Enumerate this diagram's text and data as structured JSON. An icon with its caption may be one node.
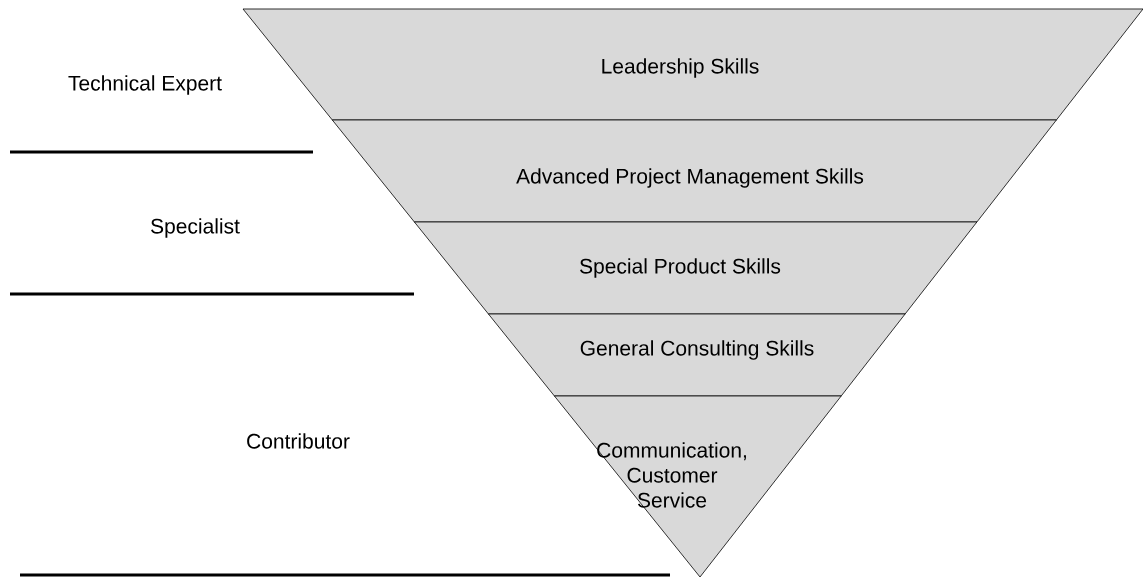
{
  "diagram": {
    "nodes": [
      {
        "text": [
          "Leadership Skills"
        ]
      },
      {
        "text": [
          "Advanced Project Management Skills"
        ]
      },
      {
        "text": [
          "Special Product Skills"
        ]
      },
      {
        "text": [
          "General Consulting Skills"
        ]
      },
      {
        "text": [
          "Communication, Customer Service"
        ]
      }
    ],
    "labels": [
      "Technical Expert",
      "Specialist",
      "Contributor"
    ]
  }
}
